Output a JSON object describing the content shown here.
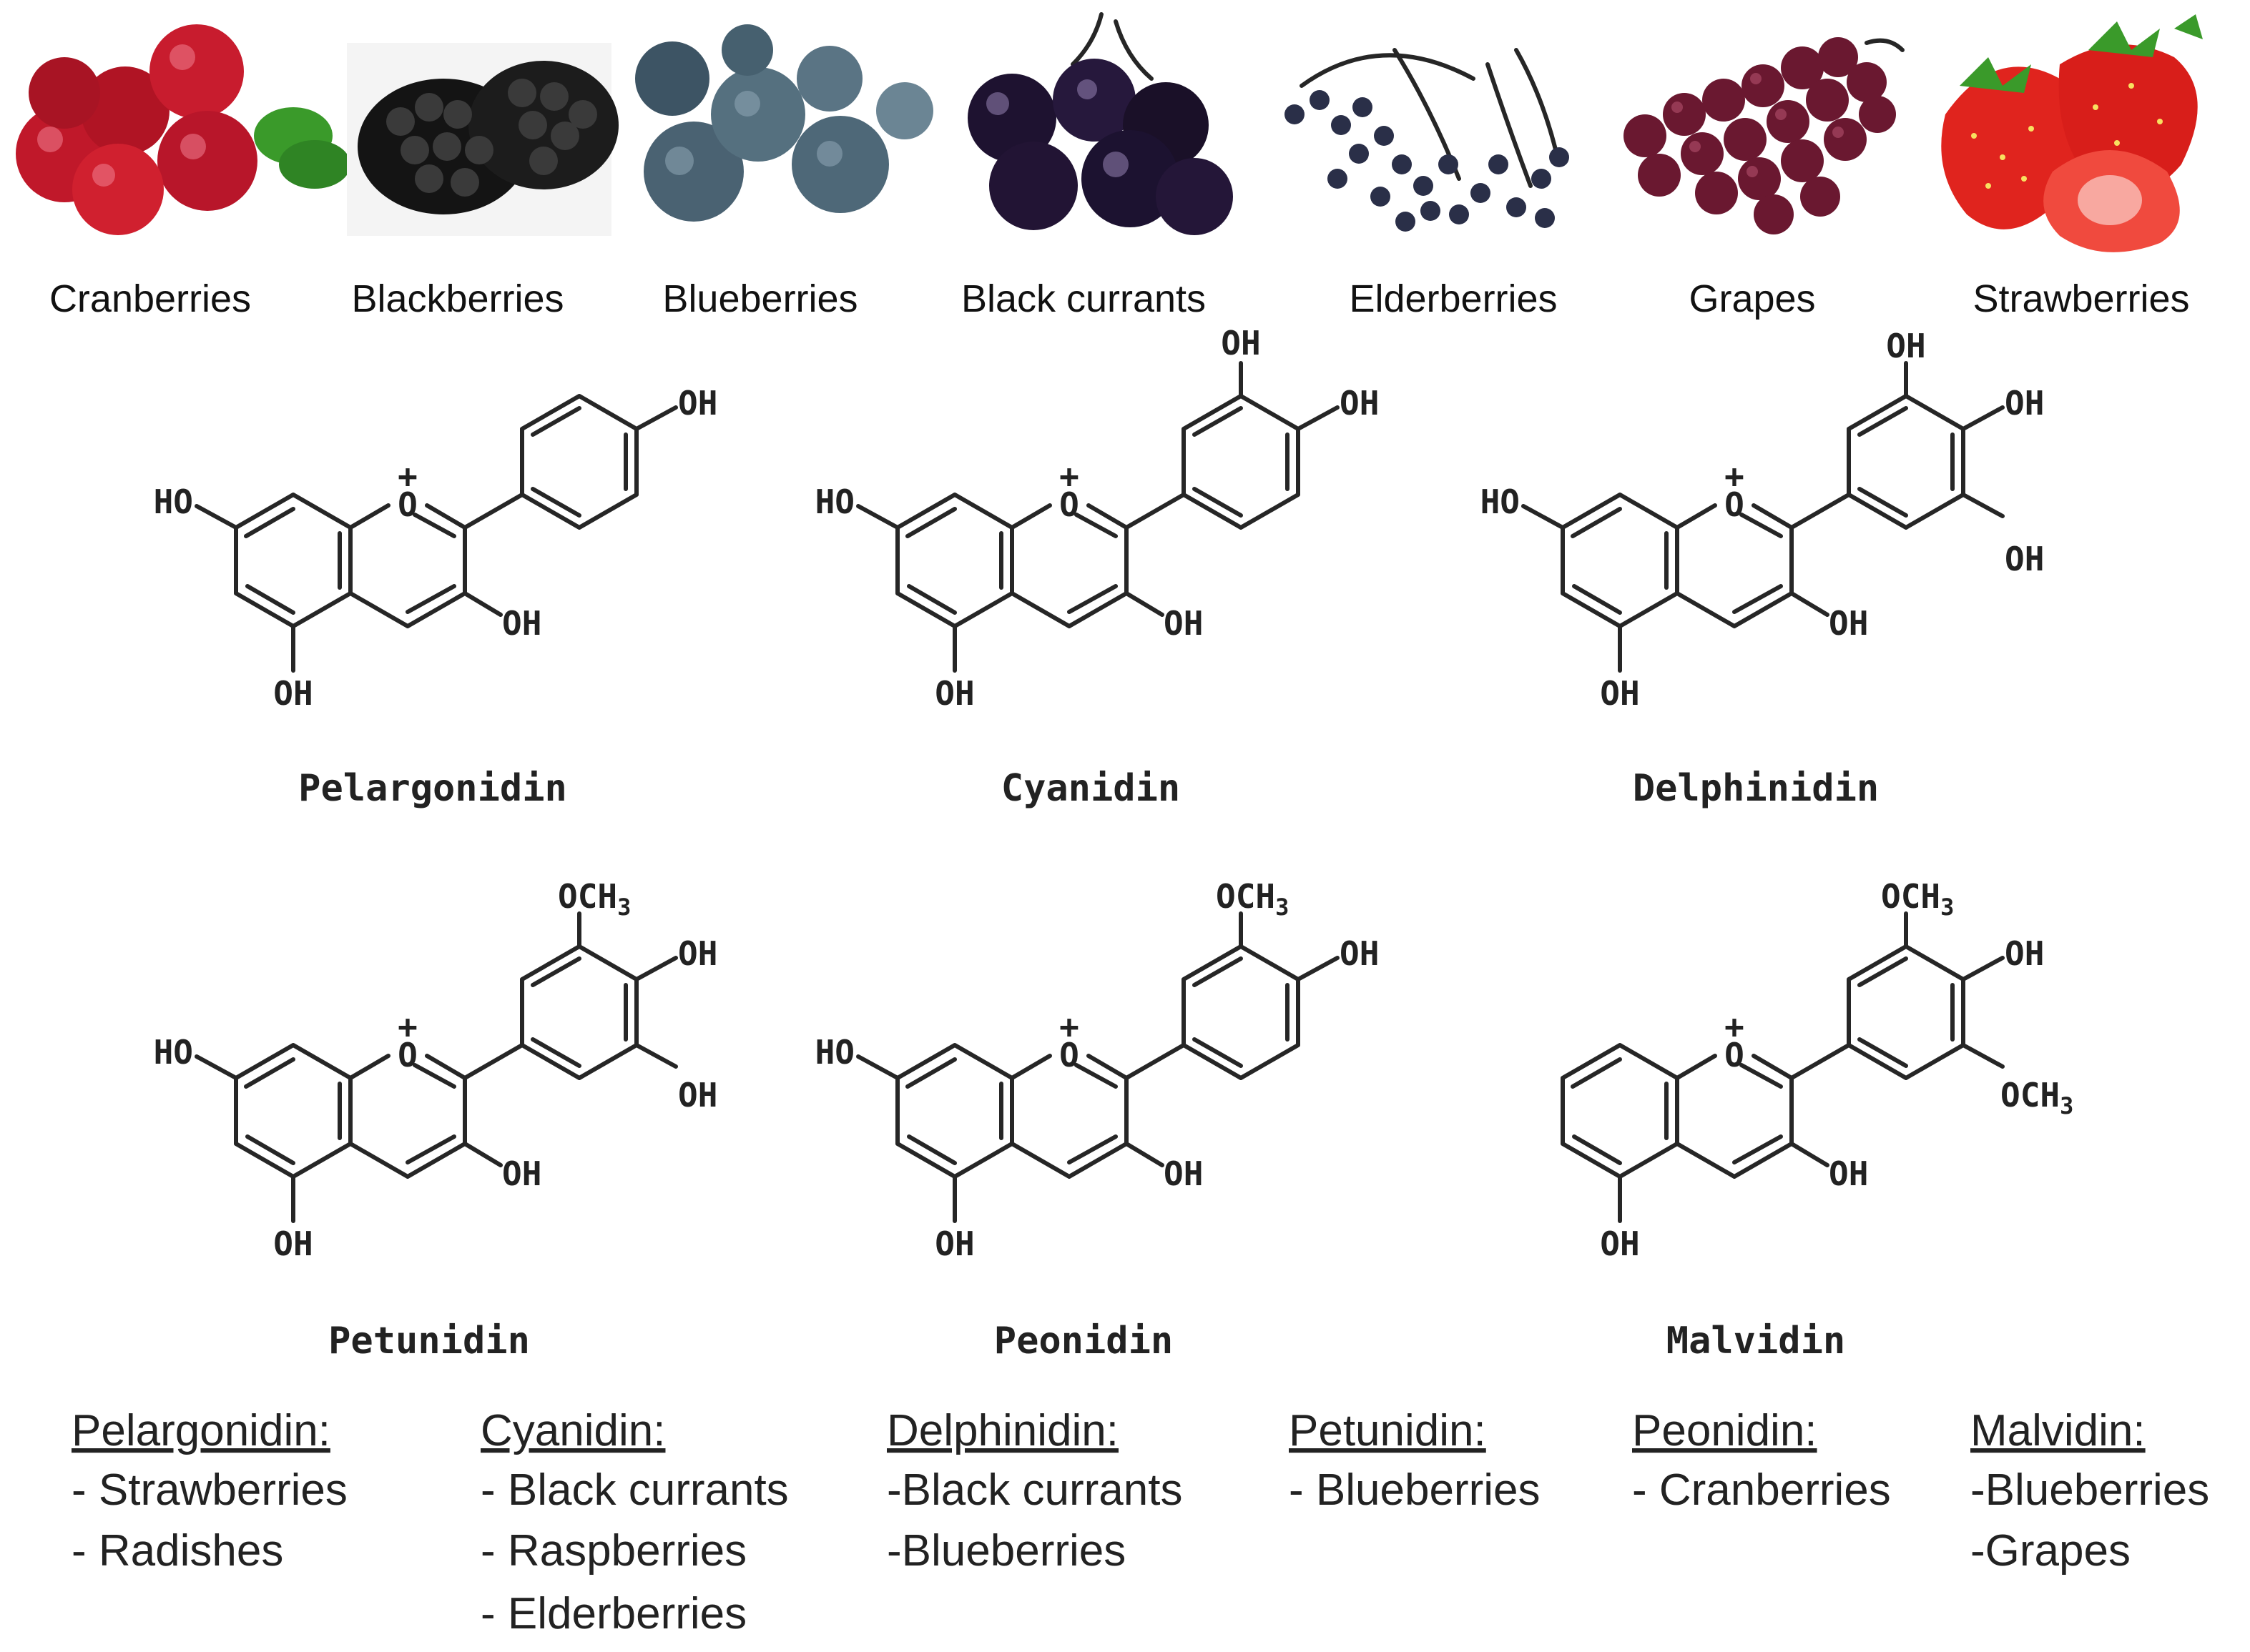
{
  "fruits": [
    {
      "label": "Cranberries",
      "icon": "cranberries-photo"
    },
    {
      "label": "Blackberries",
      "icon": "blackberries-photo"
    },
    {
      "label": "Blueberries",
      "icon": "blueberries-photo"
    },
    {
      "label": "Black currants",
      "icon": "black-currants-photo"
    },
    {
      "label": "Elderberries",
      "icon": "elderberries-photo"
    },
    {
      "label": "Grapes",
      "icon": "grapes-photo"
    },
    {
      "label": "Strawberries",
      "icon": "strawberries-photo"
    }
  ],
  "atoms": {
    "oh": "OH",
    "ho": "HO",
    "och3_main": "OCH",
    "och3_sub": "3",
    "o_ring": "O",
    "plus": "+"
  },
  "molecules": [
    {
      "name": "Pelargonidin"
    },
    {
      "name": "Cyanidin"
    },
    {
      "name": "Delphinidin"
    },
    {
      "name": "Petunidin"
    },
    {
      "name": "Peonidin"
    },
    {
      "name": "Malvidin"
    }
  ],
  "sources": [
    {
      "heading": "Pelargonidin:",
      "items": [
        "- Strawberries",
        "- Radishes"
      ]
    },
    {
      "heading": "Cyanidin:",
      "items": [
        "- Black currants",
        "- Raspberries",
        "- Elderberries"
      ]
    },
    {
      "heading": "Delphinidin:",
      "items": [
        "-Black currants",
        "-Blueberries"
      ]
    },
    {
      "heading": "Petunidin:",
      "items": [
        "- Blueberries"
      ]
    },
    {
      "heading": "Peonidin:",
      "items": [
        "- Cranberries"
      ]
    },
    {
      "heading": "Malvidin:",
      "items": [
        "-Blueberries",
        "-Grapes"
      ]
    }
  ],
  "colors": {
    "cranberry": "#c0182a",
    "blackberry": "#141414",
    "blueberry": "#4a6272",
    "black_currant": "#1e1230",
    "elderberry": "#2a2f48",
    "grape": "#6a1830",
    "strawberry": "#e0241e",
    "leaf": "#3a9a2a",
    "structure_ink": "#262626"
  }
}
